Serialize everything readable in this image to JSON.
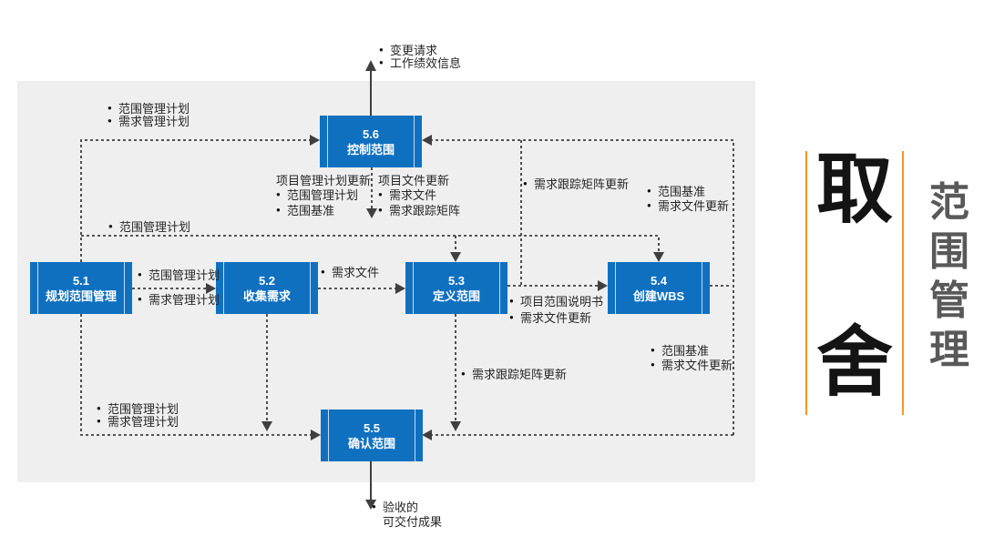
{
  "colors": {
    "process_blue": "#1070C0",
    "panel_gray": "#EFEFEF",
    "accent_orange": "#F79428",
    "connector_dark": "#3F3F3F",
    "side_text_gray": "#595959",
    "big_text_black": "#141414"
  },
  "diagram": {
    "boxes": [
      {
        "num": "5.1",
        "label": "规划范围管理"
      },
      {
        "num": "5.2",
        "label": "收集需求"
      },
      {
        "num": "5.3",
        "label": "定义范围"
      },
      {
        "num": "5.4",
        "label": "创建WBS"
      },
      {
        "num": "5.5",
        "label": "确认范围"
      },
      {
        "num": "5.6",
        "label": "控制范围"
      }
    ],
    "labels": [
      {
        "id": "out-56-top",
        "lines": [
          {
            "t": "变更请求",
            "m": "b"
          },
          {
            "t": "工作绩效信息",
            "m": "b"
          }
        ]
      },
      {
        "id": "in-56-left",
        "lines": [
          {
            "t": "范围管理计划",
            "m": "b"
          },
          {
            "t": "需求管理计划",
            "m": "b"
          }
        ]
      },
      {
        "id": "scope-plan-line",
        "lines": [
          {
            "t": "范围管理计划",
            "m": "b"
          }
        ]
      },
      {
        "id": "out-56-plan-updates",
        "lines": [
          {
            "t": "项目管理计划更新",
            "m": "f"
          },
          {
            "t": "范围管理计划",
            "m": "b"
          },
          {
            "t": "范围基准",
            "m": "b"
          }
        ]
      },
      {
        "id": "out-56-doc-updates",
        "lines": [
          {
            "t": "项目文件更新",
            "m": "f"
          },
          {
            "t": "需求文件",
            "m": "b"
          },
          {
            "t": "需求跟踪矩阵",
            "m": "b"
          }
        ]
      },
      {
        "id": "matrix-update-top",
        "lines": [
          {
            "t": "需求跟踪矩阵更新",
            "m": "b"
          }
        ]
      },
      {
        "id": "out-54-up",
        "lines": [
          {
            "t": "范围基准",
            "m": "b"
          },
          {
            "t": "需求文件更新",
            "m": "b"
          }
        ]
      },
      {
        "id": "out-51-line1",
        "lines": [
          {
            "t": "范围管理计划",
            "m": "b"
          }
        ]
      },
      {
        "id": "out-51-line2",
        "lines": [
          {
            "t": "需求管理计划",
            "m": "b"
          }
        ]
      },
      {
        "id": "out-52",
        "lines": [
          {
            "t": "需求文件",
            "m": "b"
          }
        ]
      },
      {
        "id": "out-53",
        "lines": [
          {
            "t": "项目范围说明书",
            "m": "b"
          },
          {
            "t": "需求文件更新",
            "m": "b"
          }
        ]
      },
      {
        "id": "out-53-down",
        "lines": [
          {
            "t": "需求跟踪矩阵更新",
            "m": "b"
          }
        ]
      },
      {
        "id": "out-54-down",
        "lines": [
          {
            "t": "范围基准",
            "m": "b"
          },
          {
            "t": "需求文件更新",
            "m": "b"
          }
        ]
      },
      {
        "id": "in-55-left",
        "lines": [
          {
            "t": "范围管理计划",
            "m": "b"
          },
          {
            "t": "需求管理计划",
            "m": "b"
          }
        ]
      },
      {
        "id": "out-55-bottom",
        "lines": [
          {
            "t": "验收的",
            "m": "b"
          },
          {
            "t": "可交付成果",
            "m": "i"
          }
        ]
      }
    ],
    "edges": [
      {
        "from": "5.6",
        "to": "out",
        "label": "变更请求 / 工作绩效信息"
      },
      {
        "from": "5.1",
        "to": "5.6",
        "label": "范围管理计划 / 需求管理计划"
      },
      {
        "from": "5.1",
        "to": "5.3 / 5.4",
        "label": "范围管理计划"
      },
      {
        "from": "5.1",
        "to": "5.2",
        "label": "范围管理计划 / 需求管理计划"
      },
      {
        "from": "5.2",
        "to": "5.3",
        "label": "需求文件"
      },
      {
        "from": "5.3",
        "to": "5.4",
        "label": "项目范围说明书 / 需求文件更新"
      },
      {
        "from": "5.3",
        "to": "5.6",
        "label": "需求跟踪矩阵更新"
      },
      {
        "from": "5.4",
        "to": "5.6",
        "label": "范围基准 / 需求文件更新"
      },
      {
        "from": "5.4",
        "to": "5.5",
        "label": "范围基准 / 需求文件更新"
      },
      {
        "from": "5.3",
        "to": "5.5",
        "label": "需求跟踪矩阵更新"
      },
      {
        "from": "5.1",
        "to": "5.5",
        "label": "范围管理计划 / 需求管理计划"
      },
      {
        "from": "5.6",
        "to": "down",
        "label": "项目管理计划更新 / 项目文件更新"
      },
      {
        "from": "5.5",
        "to": "out",
        "label": "验收的可交付成果"
      }
    ]
  },
  "right_panel": {
    "big_top": "取",
    "big_bottom": "舍",
    "vertical_label": "范围管理"
  }
}
